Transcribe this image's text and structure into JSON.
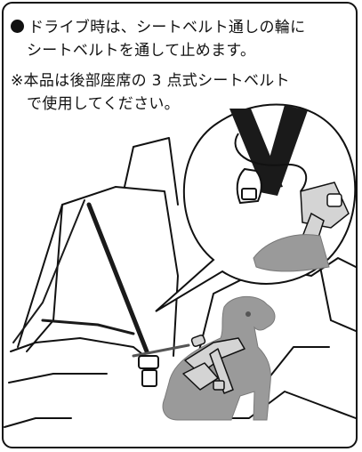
{
  "instructions": {
    "line1": "ドライブ時は、シートベルト通しの輪に",
    "line2": "シートベルトを通して止めます。",
    "line3": "※本品は後部座席の 3 点式シートベルト",
    "line4": "で使用してください。"
  },
  "colors": {
    "ink": "#111111",
    "dog": "#9a9a9a",
    "harness": "#d4d4d4",
    "belt": "#1a1a1a"
  },
  "icons": {
    "bullet": "filled-circle"
  }
}
